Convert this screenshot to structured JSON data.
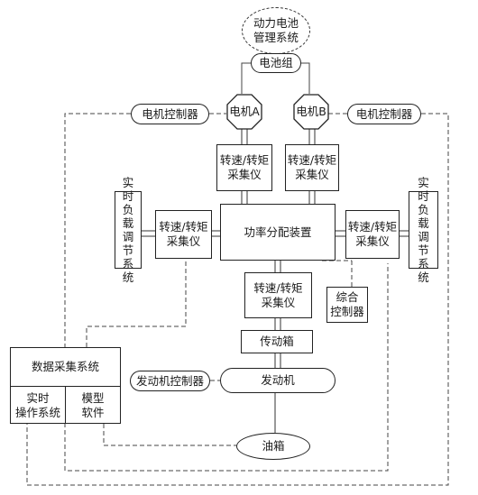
{
  "nodes": {
    "bms": "动力电池\n管理系统",
    "battery": "电池组",
    "motor_a": "电机A",
    "motor_b": "电机B",
    "motor_ctrl_left": "电机控制器",
    "motor_ctrl_right": "电机控制器",
    "sensor_top_left": "转速/转矩\n采集仪",
    "sensor_top_right": "转速/转矩\n采集仪",
    "sensor_mid_left": "转速/转矩\n采集仪",
    "sensor_mid_right": "转速/转矩\n采集仪",
    "sensor_bottom": "转速/转矩\n采集仪",
    "load_left": "实时负载调节系统",
    "load_right": "实时负载调节系统",
    "power_split": "功率分配装置",
    "integrated_ctrl": "综合\n控制器",
    "gearbox": "传动箱",
    "engine": "发动机",
    "engine_ctrl": "发动机控制器",
    "fuel_tank": "油箱",
    "daq": "数据采集系统",
    "rtos": "实时\n操作系统",
    "model_sw": "模型\n软件"
  }
}
